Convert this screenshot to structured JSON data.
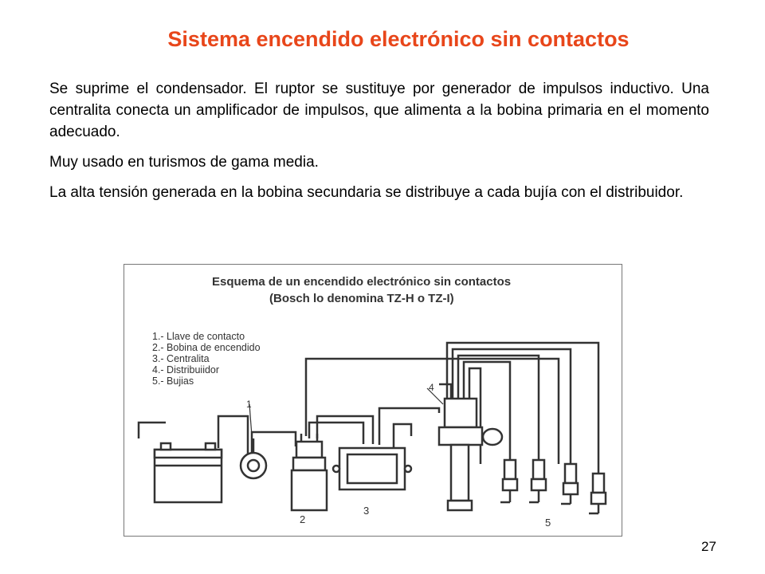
{
  "slide": {
    "title": "Sistema encendido electrónico sin contactos",
    "paragraphs": [
      "Se suprime el condensador. El ruptor se sustituye por generador de impulsos inductivo. Una centralita conecta un amplificador de impulsos, que alimenta a la bobina primaria en el momento adecuado.",
      "Muy usado en turismos de  gama media.",
      "La alta tensión generada en la bobina secundaria se distribuye a cada bujía con el distribuidor."
    ],
    "page_number": "27"
  },
  "diagram": {
    "title_line1": "Esquema de un encendido electrónico sin contactos",
    "title_line2_prefix": "(Bosch lo denomina ",
    "title_line2_bold1": "TZ-H",
    "title_line2_mid": " o ",
    "title_line2_bold2": "TZ-I",
    "title_line2_suffix": ")",
    "legend": [
      "1.- Llave de contacto",
      "2.- Bobina de encendido",
      "3.- Centralita",
      "4.- Distribuiidor",
      "5.- Bujias"
    ],
    "callouts": {
      "one": "1",
      "two": "2",
      "three": "3",
      "four": "4",
      "five": "5"
    }
  }
}
